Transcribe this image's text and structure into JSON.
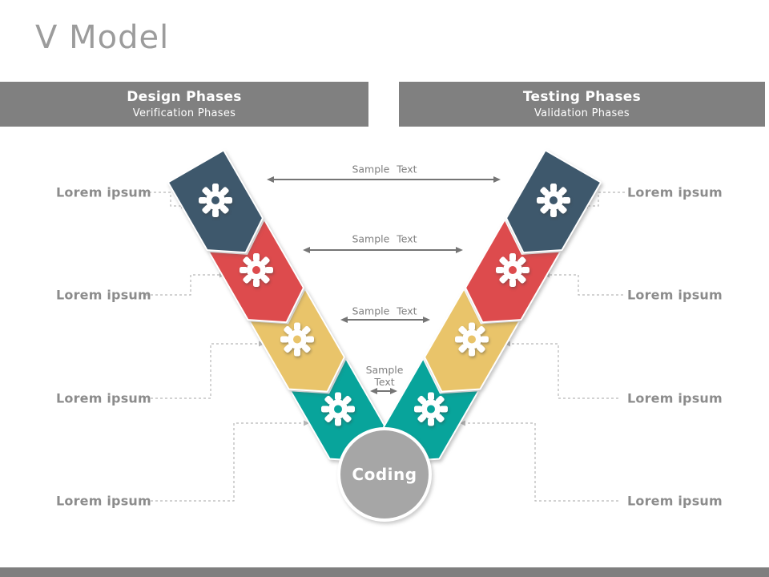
{
  "slide": {
    "title": "V Model",
    "headers": {
      "left": {
        "title": "Design Phases",
        "subtitle": "Verification Phases"
      },
      "right": {
        "title": "Testing Phases",
        "subtitle": "Validation Phases"
      }
    },
    "center_node": {
      "label": "Coding"
    },
    "sample_labels": [
      "Sample Text",
      "Sample Text",
      "Sample Text",
      "Sample Text"
    ],
    "left_labels": [
      "Lorem ipsum",
      "Lorem ipsum",
      "Lorem ipsum",
      "Lorem ipsum"
    ],
    "right_labels": [
      "Lorem ipsum",
      "Lorem ipsum",
      "Lorem ipsum",
      "Lorem ipsum"
    ],
    "phases": [
      {
        "id": "phase-1",
        "color": "#3e586c",
        "icon": "gear-icon"
      },
      {
        "id": "phase-2",
        "color": "#dd4b4d",
        "icon": "gear-icon"
      },
      {
        "id": "phase-3",
        "color": "#e9c46a",
        "icon": "gear-icon"
      },
      {
        "id": "phase-4",
        "color": "#08a49b",
        "icon": "gear-icon"
      }
    ],
    "colors": {
      "header_bg": "#808080",
      "title_text": "#9c9c9c",
      "label_text": "#8c8c8c",
      "sample_text": "#7f7f7f",
      "node_bg": "#a6a6a6",
      "node_text": "#ffffff",
      "bottom_bar": "#7f7f7f",
      "connector": "#b8b8b8",
      "arrow": "#757575"
    }
  }
}
